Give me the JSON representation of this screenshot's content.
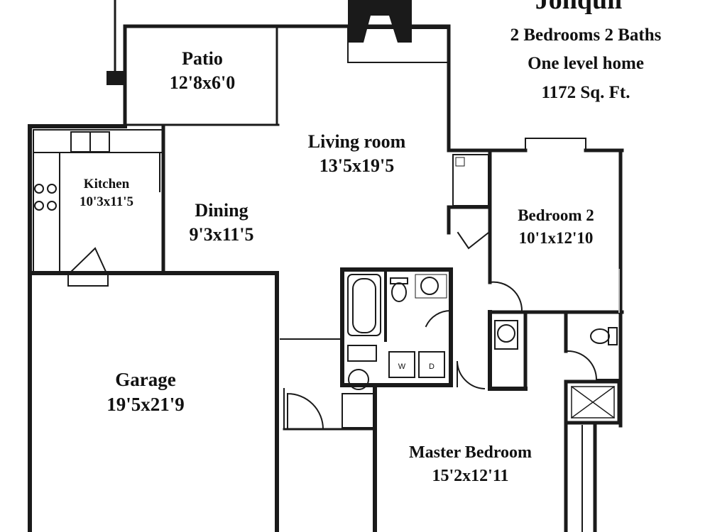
{
  "title": "Jonquil",
  "info": {
    "line1": "2 Bedrooms 2 Baths",
    "line2": "One level home",
    "line3": "1172 Sq. Ft."
  },
  "rooms": {
    "patio": {
      "name": "Patio",
      "size": "12'8x6'0"
    },
    "living": {
      "name": "Living room",
      "size": "13'5x19'5"
    },
    "kitchen": {
      "name": "Kitchen",
      "size": "10'3x11'5"
    },
    "dining": {
      "name": "Dining",
      "size": "9'3x11'5"
    },
    "bedroom2": {
      "name": "Bedroom 2",
      "size": "10'1x12'10"
    },
    "garage": {
      "name": "Garage",
      "size": "19'5x21'9"
    },
    "master": {
      "name": "Master Bedroom",
      "size": "15'2x12'11"
    }
  },
  "appliances": {
    "washer": "W",
    "dryer": "D"
  },
  "colors": {
    "wall": "#1a1a1a",
    "paper": "#ffffff",
    "text": "#111111"
  }
}
